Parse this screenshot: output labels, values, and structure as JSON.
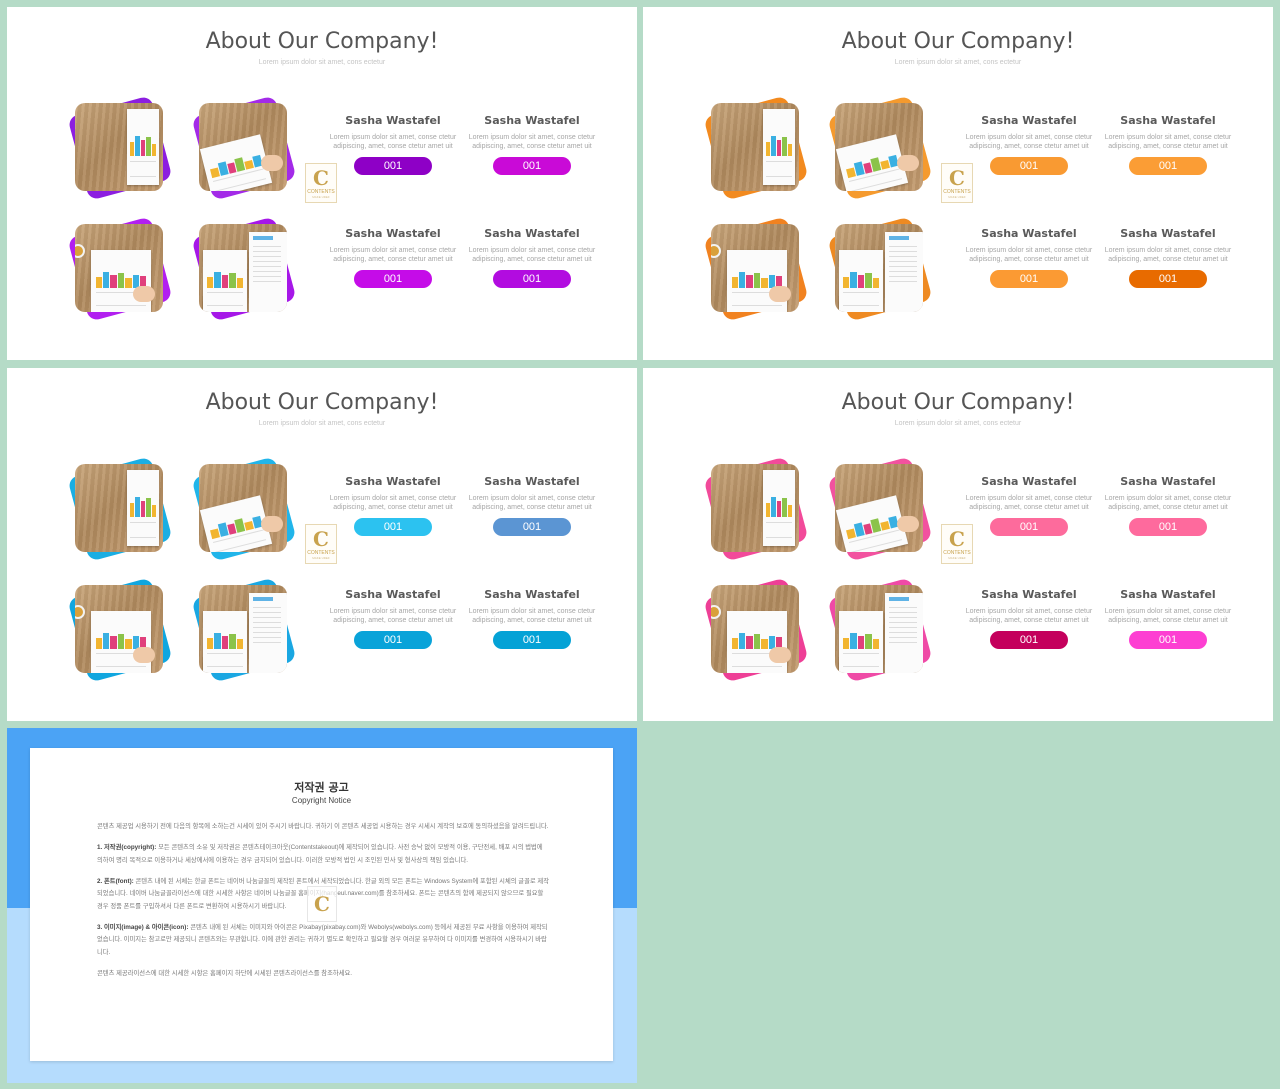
{
  "slides": [
    {
      "title": "About Our Company!",
      "subtitle": "Lorem ipsum dolor sit amet, cons ectetur",
      "photo_accents": [
        "#8c1ee0",
        "#a32ae8",
        "#b21ff0",
        "#a617e8"
      ],
      "members": [
        {
          "name": "Sasha Wastafel",
          "desc": "Lorem ipsum dolor sit amet, conse ctetur adipiscing, amet, conse ctetur amet uit",
          "badge": "001",
          "color": "#8e00c6"
        },
        {
          "name": "Sasha Wastafel",
          "desc": "Lorem ipsum dolor sit amet, conse ctetur adipiscing, amet, conse ctetur amet uit",
          "badge": "001",
          "color": "#c90ad7"
        },
        {
          "name": "Sasha Wastafel",
          "desc": "Lorem ipsum dolor sit amet, conse ctetur adipiscing, amet, conse ctetur amet uit",
          "badge": "001",
          "color": "#c50ce8"
        },
        {
          "name": "Sasha Wastafel",
          "desc": "Lorem ipsum dolor sit amet, conse ctetur adipiscing, amet, conse ctetur amet uit",
          "badge": "001",
          "color": "#b20ce0"
        }
      ]
    },
    {
      "title": "About Our Company!",
      "subtitle": "Lorem ipsum dolor sit amet, cons ectetur",
      "photo_accents": [
        "#f28a1f",
        "#f59a2e",
        "#f18220",
        "#ee8a22"
      ],
      "members": [
        {
          "name": "Sasha Wastafel",
          "desc": "Lorem ipsum dolor sit amet, conse ctetur adipiscing, amet, conse ctetur amet uit",
          "badge": "001",
          "color": "#f99a32"
        },
        {
          "name": "Sasha Wastafel",
          "desc": "Lorem ipsum dolor sit amet, conse ctetur adipiscing, amet, conse ctetur amet uit",
          "badge": "001",
          "color": "#fb9d35"
        },
        {
          "name": "Sasha Wastafel",
          "desc": "Lorem ipsum dolor sit amet, conse ctetur adipiscing, amet, conse ctetur amet uit",
          "badge": "001",
          "color": "#fb9a33"
        },
        {
          "name": "Sasha Wastafel",
          "desc": "Lorem ipsum dolor sit amet, conse ctetur adipiscing, amet, conse ctetur amet uit",
          "badge": "001",
          "color": "#e86b00"
        }
      ]
    },
    {
      "title": "About Our Company!",
      "subtitle": "Lorem ipsum dolor sit amet, cons ectetur",
      "photo_accents": [
        "#1aaee3",
        "#21b5ea",
        "#10a6df",
        "#1aa7e2"
      ],
      "members": [
        {
          "name": "Sasha Wastafel",
          "desc": "Lorem ipsum dolor sit amet, conse ctetur adipiscing, amet, conse ctetur amet uit",
          "badge": "001",
          "color": "#2cc2f0"
        },
        {
          "name": "Sasha Wastafel",
          "desc": "Lorem ipsum dolor sit amet, conse ctetur adipiscing, amet, conse ctetur amet uit",
          "badge": "001",
          "color": "#5b95d3"
        },
        {
          "name": "Sasha Wastafel",
          "desc": "Lorem ipsum dolor sit amet, conse ctetur adipiscing, amet, conse ctetur amet uit",
          "badge": "001",
          "color": "#09a3d9"
        },
        {
          "name": "Sasha Wastafel",
          "desc": "Lorem ipsum dolor sit amet, conse ctetur adipiscing, amet, conse ctetur amet uit",
          "badge": "001",
          "color": "#04a2d6"
        }
      ]
    },
    {
      "title": "About Our Company!",
      "subtitle": "Lorem ipsum dolor sit amet, cons ectetur",
      "photo_accents": [
        "#f24a9a",
        "#f2529f",
        "#ee3f96",
        "#ef4aa6"
      ],
      "members": [
        {
          "name": "Sasha Wastafel",
          "desc": "Lorem ipsum dolor sit amet, conse ctetur adipiscing, amet, conse ctetur amet uit",
          "badge": "001",
          "color": "#fd6b9c"
        },
        {
          "name": "Sasha Wastafel",
          "desc": "Lorem ipsum dolor sit amet, conse ctetur adipiscing, amet, conse ctetur amet uit",
          "badge": "001",
          "color": "#fe6a9d"
        },
        {
          "name": "Sasha Wastafel",
          "desc": "Lorem ipsum dolor sit amet, conse ctetur adipiscing, amet, conse ctetur amet uit",
          "badge": "001",
          "color": "#c4005c"
        },
        {
          "name": "Sasha Wastafel",
          "desc": "Lorem ipsum dolor sit amet, conse ctetur adipiscing, amet, conse ctetur amet uit",
          "badge": "001",
          "color": "#fd3fd2"
        }
      ]
    }
  ],
  "logo": {
    "letter": "C",
    "text": "CONTENTS",
    "sub": "MAKE UDEF"
  },
  "notice": {
    "title": "저작권 공고",
    "subtitle": "Copyright Notice",
    "p1": "콘텐츠 제공업 시용하기 전에 다음의 항목에 소하는건 시세이 있어 주시기 바랍니다. 귀하기 이 콘텐츠 세공업 시용하는 경우 시세시 계작의 보호에 동의하셨음을 알려드립니다.",
    "p2_label": "1. 저작권(copyright):",
    "p2": "모든 콘텐츠의 소유 및 저작권은 콘텐츠테이크아웃(Contentstakeout)에 제작되어 있습니다. 사전 승낙 없이 모방적 이용, 구단전세, 배포 시의 법법에 의하여 명리 목적으로 이용하거나 세상에서에 이용하는 경우 금지되어 있습니다. 이러한 모방적 법인 시 조인된 민사 및 형사상의 책임 있습니다.",
    "p3_label": "2. 폰트(font):",
    "p3": "콘텐츠 내에 된 서체는 한글 폰트는 네이버 나눔글꼴의 제작된 폰트에서 세작되었습니다. 한글 외의 모든 폰트는 Windows System에 포함된 시체의 글꼴로 제작되었습니다. 네이버 나눔글꼴라이선스에 대한 시세한 사항은 네이버 나눔글꼴 홈페이지(hangeul.naver.com)를 참조하세요. 폰트는 콘텐츠의 함께 제공되지 않으므로 필요할 경우 정품 폰트를 구입하셔서 다른 폰트로 변환하여 시용하시기 바랍니다.",
    "p4_label": "3. 이미지(image) & 아이콘(icon):",
    "p4": "콘텐츠 내에 된 서체는 이미지와 아이콘은 Pixabay(pixabay.com)와 Webolys(webolys.com) 등에서 제공된 무료 사항을 이용하여 제작되었습니다. 이미지는 참고로만 제공되니 콘텐츠와는 무관합니다. 이에 관한 권리는 귀하기 별도로 확인하고 필요할 경우 여러분 유무하여 다 이미지를 변경하여 시용하시기 바랍니다.",
    "p5": "콘텐츠 제공라이선스에 대한 시세한 시항은 홈페이지 하단에 시세된 콘텐츠라이선스를 참조하세요."
  }
}
